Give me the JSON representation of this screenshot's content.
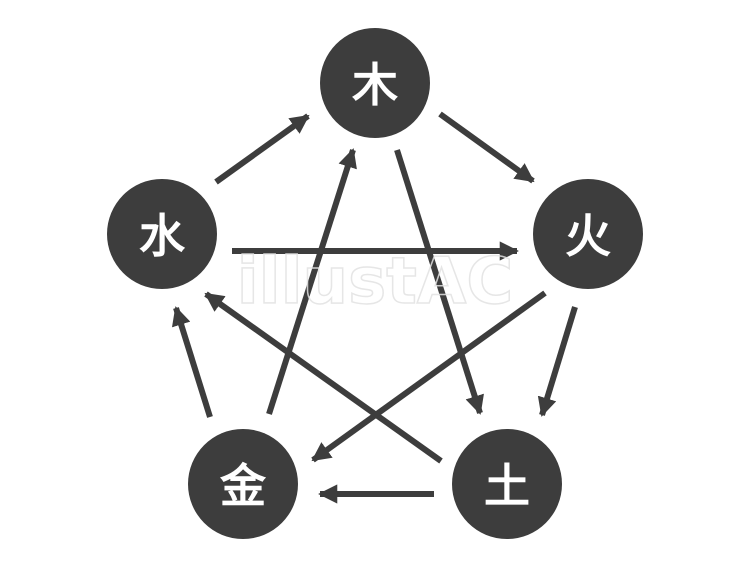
{
  "nodes": {
    "wood": "木",
    "fire": "火",
    "earth": "土",
    "metal": "金",
    "water": "水"
  },
  "watermark": "illustAC",
  "colors": {
    "node_fill": "#3d3d3d",
    "node_text": "#ffffff",
    "arrow": "#3d3d3d",
    "background": "#ffffff"
  },
  "generating_cycle": [
    {
      "from": "wood",
      "to": "fire"
    },
    {
      "from": "fire",
      "to": "earth"
    },
    {
      "from": "earth",
      "to": "metal"
    },
    {
      "from": "metal",
      "to": "water"
    },
    {
      "from": "water",
      "to": "wood"
    }
  ],
  "overcoming_cycle": [
    {
      "from": "wood",
      "to": "earth"
    },
    {
      "from": "earth",
      "to": "water"
    },
    {
      "from": "water",
      "to": "fire"
    },
    {
      "from": "fire",
      "to": "metal"
    },
    {
      "from": "metal",
      "to": "wood"
    }
  ]
}
